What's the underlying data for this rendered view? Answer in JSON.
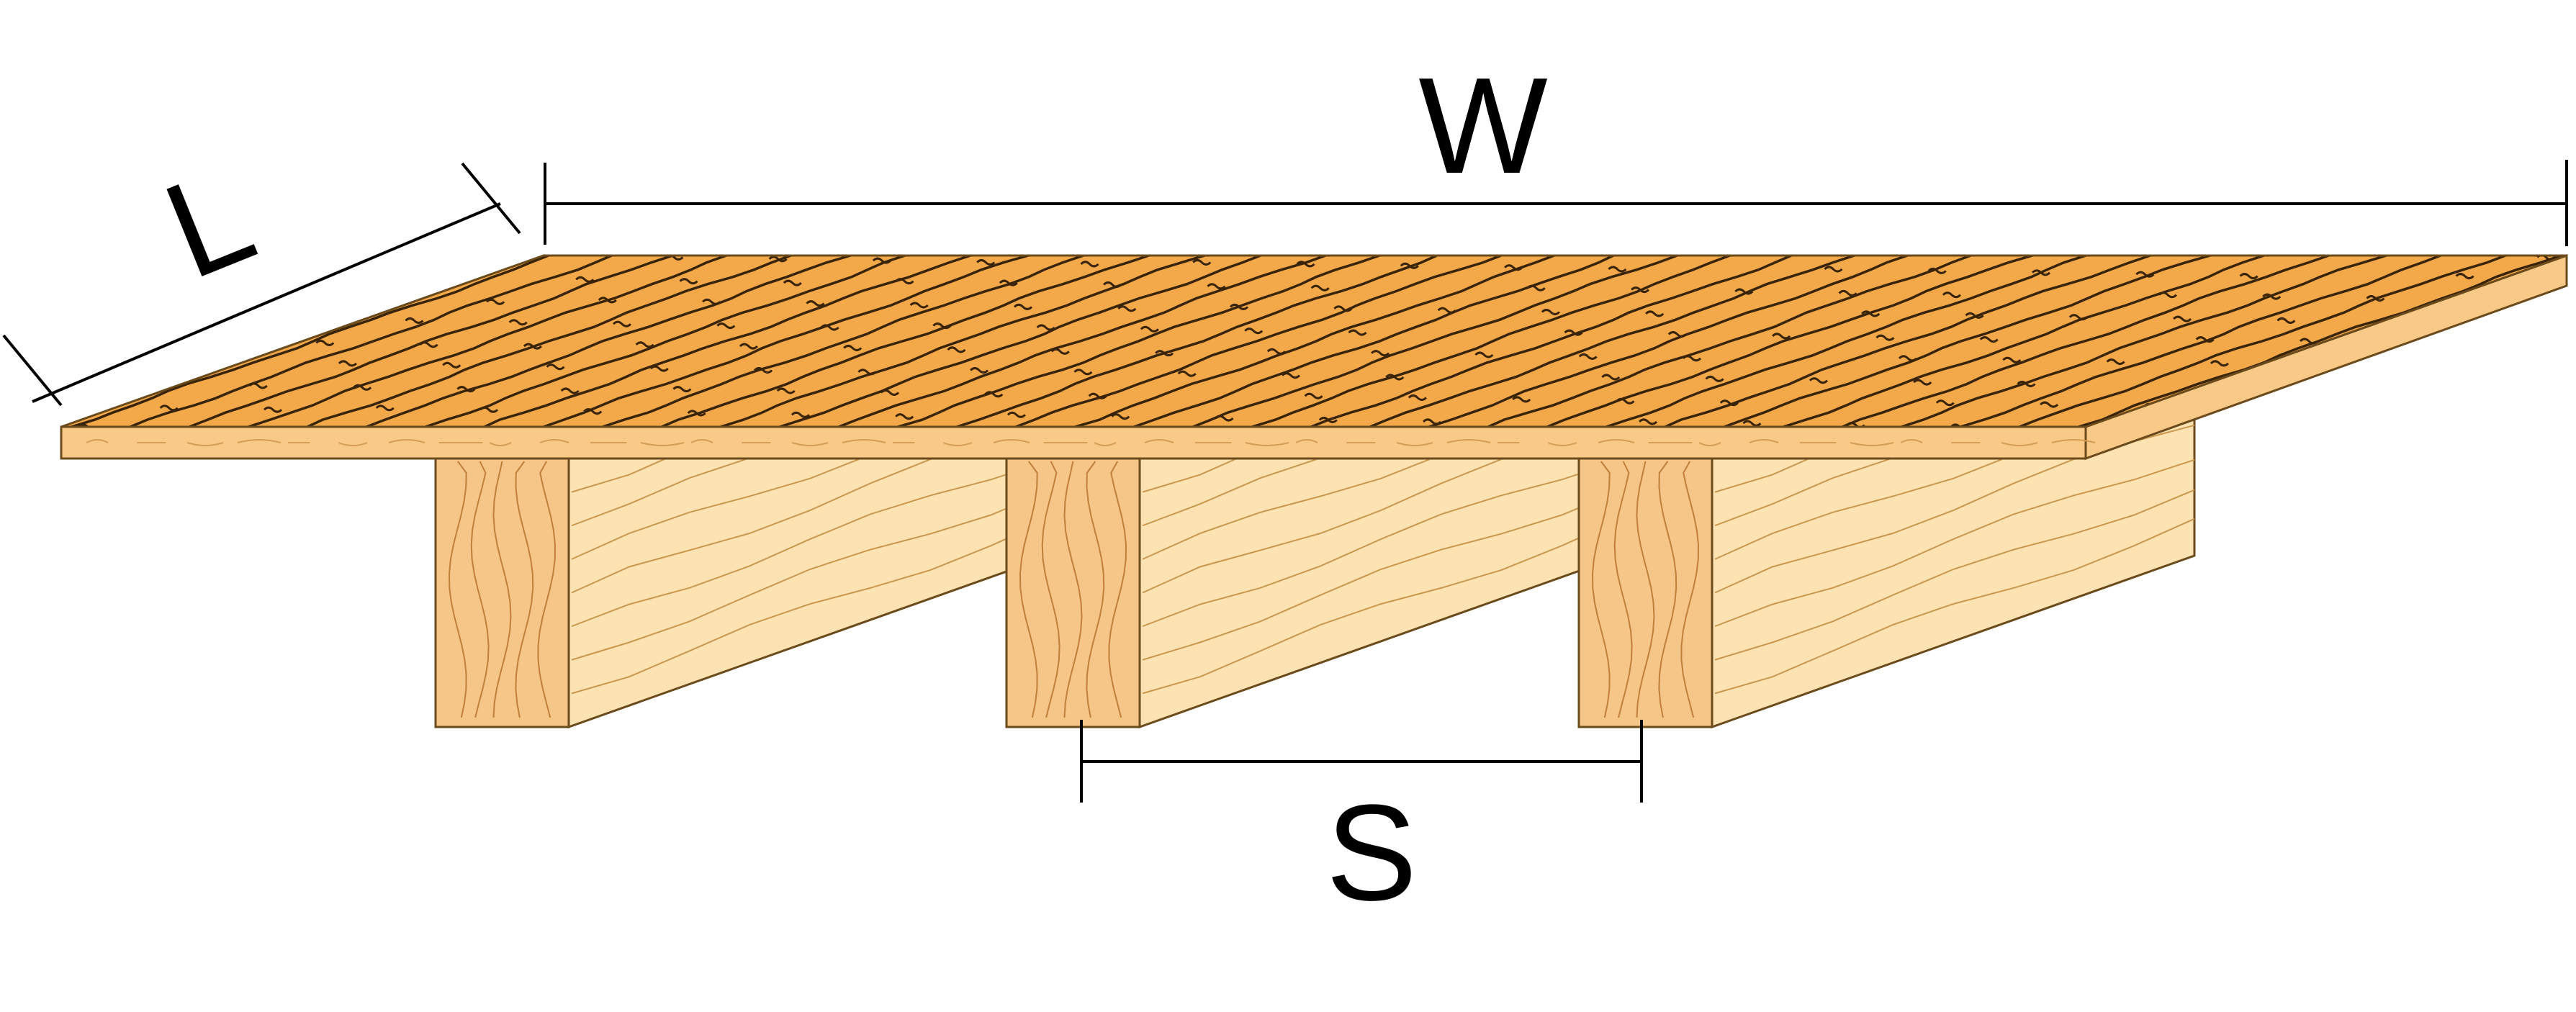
{
  "labels": {
    "length": "L",
    "width": "W",
    "spacing": "S"
  },
  "joist_count": 3,
  "colors": {
    "background": "#ffffff",
    "sheathing_top": "#f3a94a",
    "sheathing_edge": "#f9c987",
    "joist_end": "#f6c588",
    "joist_side": "#fde3b1",
    "grain_line": "#3a2408",
    "outline": "#6b4a1c",
    "dimension_line": "#000000"
  }
}
